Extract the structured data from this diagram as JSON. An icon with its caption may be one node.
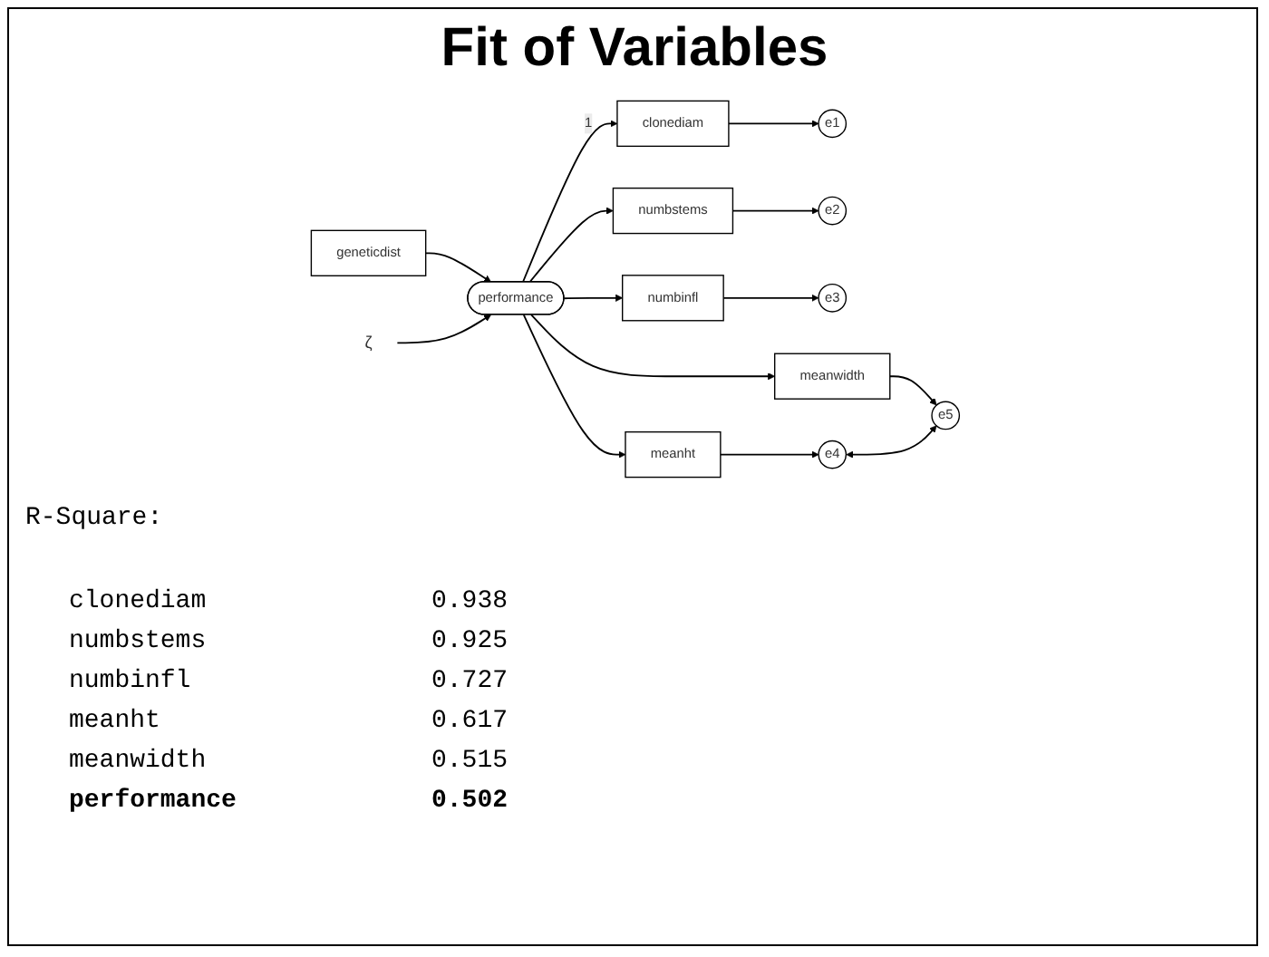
{
  "diagram": {
    "title": "Fit of Variables",
    "nodes": [
      {
        "text": [
          "geneticdist"
        ]
      },
      {
        "text": [
          "ζ"
        ]
      },
      {
        "text": [
          "performance"
        ]
      },
      {
        "text": [
          "clonediam"
        ]
      },
      {
        "text": [
          "e1"
        ]
      },
      {
        "text": [
          "numbstems"
        ]
      },
      {
        "text": [
          "e2"
        ]
      },
      {
        "text": [
          "numbinfl"
        ]
      },
      {
        "text": [
          "e3"
        ]
      },
      {
        "text": [
          "meanht"
        ]
      },
      {
        "text": [
          "e4"
        ]
      },
      {
        "text": [
          "meanwidth"
        ]
      },
      {
        "text": [
          "e5"
        ]
      }
    ],
    "edges": [
      {
        "from": 0,
        "to": 2,
        "arrow": "to"
      },
      {
        "from": 1,
        "to": 2,
        "arrow": "to"
      },
      {
        "from": 2,
        "to": 3,
        "arrow": "to",
        "label": "1"
      },
      {
        "from": 2,
        "to": 5,
        "arrow": "to"
      },
      {
        "from": 2,
        "to": 7,
        "arrow": "to"
      },
      {
        "from": 2,
        "to": 9,
        "arrow": "to"
      },
      {
        "from": 2,
        "to": 11,
        "arrow": "to"
      },
      {
        "from": 3,
        "to": 4,
        "arrow": "to"
      },
      {
        "from": 5,
        "to": 6,
        "arrow": "to"
      },
      {
        "from": 7,
        "to": 8,
        "arrow": "to"
      },
      {
        "from": 9,
        "to": 10,
        "arrow": "to"
      },
      {
        "from": 11,
        "to": 12,
        "arrow": "to"
      },
      {
        "from": 10,
        "to": 12,
        "arrow": "both"
      }
    ],
    "labels": [
      "R-Square:",
      "clonediam",
      "0.938",
      "numbstems",
      "0.925",
      "numbinfl",
      "0.727",
      "meanht",
      "0.617",
      "meanwidth",
      "0.515",
      "performance",
      "0.502"
    ]
  }
}
